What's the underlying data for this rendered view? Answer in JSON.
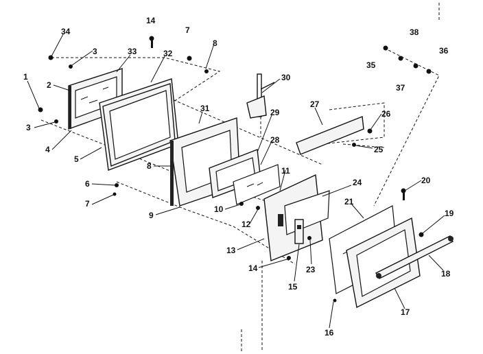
{
  "diagram": {
    "colors": {
      "ink": "#111111",
      "paper": "#ffffff"
    },
    "labels": [
      {
        "text": "34"
      },
      {
        "text": "3"
      },
      {
        "text": "33"
      },
      {
        "text": "14"
      },
      {
        "text": "32"
      },
      {
        "text": "7"
      },
      {
        "text": "8"
      },
      {
        "text": "30"
      },
      {
        "text": "38"
      },
      {
        "text": "36"
      },
      {
        "text": "35"
      },
      {
        "text": "37"
      },
      {
        "text": "1"
      },
      {
        "text": "2"
      },
      {
        "text": "3"
      },
      {
        "text": "4"
      },
      {
        "text": "5"
      },
      {
        "text": "31"
      },
      {
        "text": "27"
      },
      {
        "text": "26"
      },
      {
        "text": "29"
      },
      {
        "text": "28"
      },
      {
        "text": "8"
      },
      {
        "text": "25"
      },
      {
        "text": "6"
      },
      {
        "text": "7"
      },
      {
        "text": "11"
      },
      {
        "text": "24"
      },
      {
        "text": "20"
      },
      {
        "text": "10"
      },
      {
        "text": "9"
      },
      {
        "text": "12"
      },
      {
        "text": "21"
      },
      {
        "text": "19"
      },
      {
        "text": "13"
      },
      {
        "text": "14"
      },
      {
        "text": "23"
      },
      {
        "text": "18"
      },
      {
        "text": "15"
      },
      {
        "text": "17"
      },
      {
        "text": "16"
      }
    ]
  }
}
